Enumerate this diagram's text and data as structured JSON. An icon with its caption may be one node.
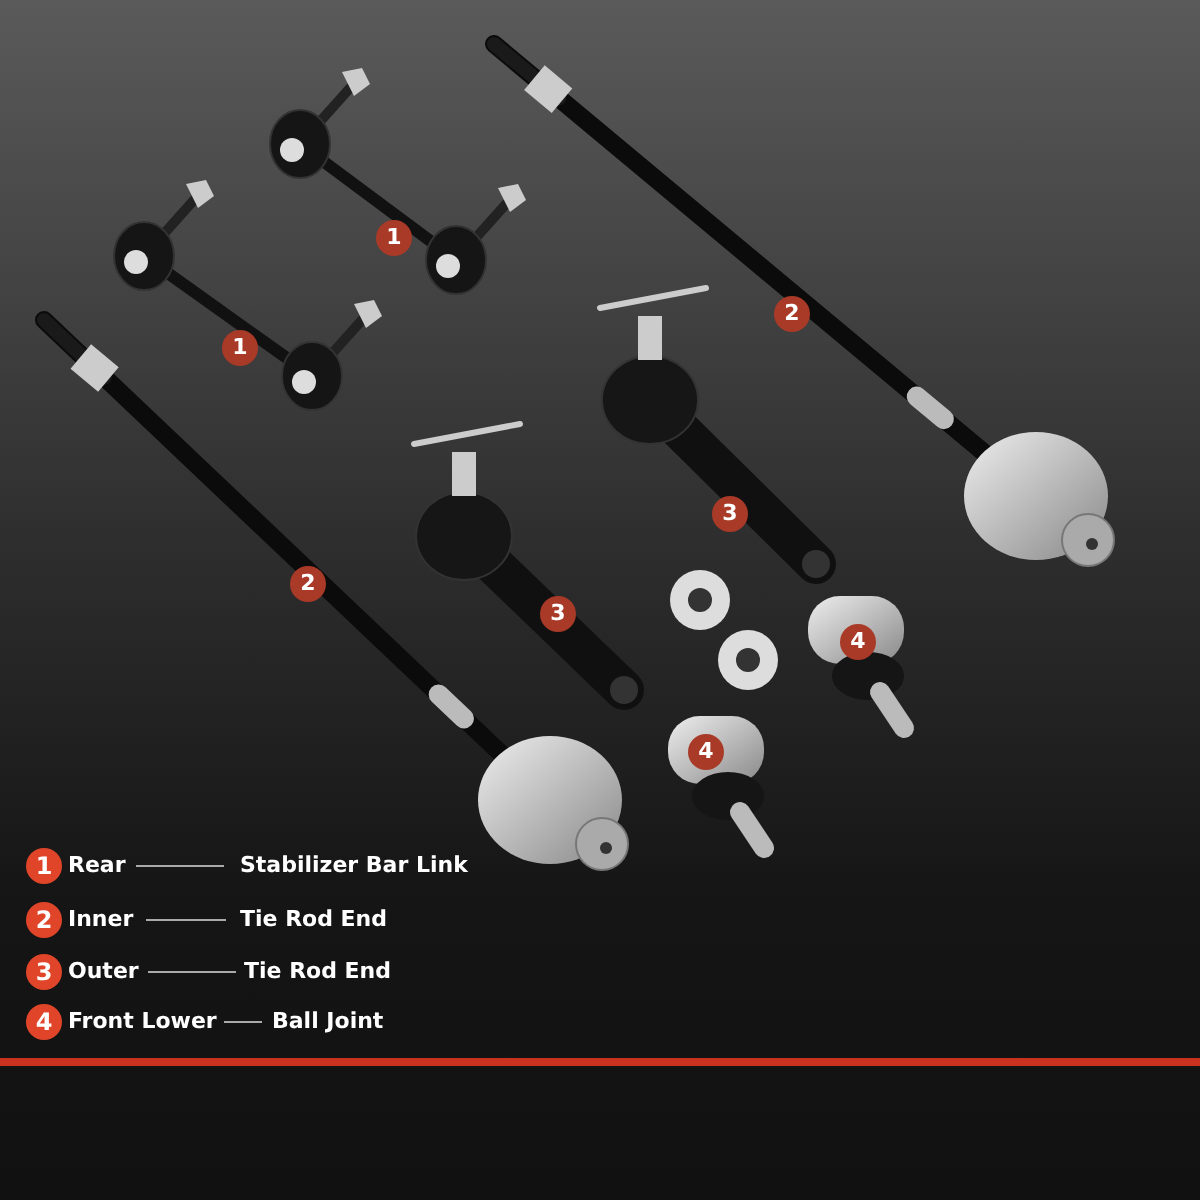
{
  "diagram": {
    "labels": [
      "1",
      "2",
      "1",
      "3",
      "2",
      "3",
      "4",
      "4",
      "1",
      "Rear",
      "Stabilizer Bar Link",
      "2",
      "Inner",
      "Tie Rod End",
      "3",
      "Outer",
      "Tie Rod End",
      "4",
      "Front Lower",
      "Ball Joint"
    ]
  }
}
